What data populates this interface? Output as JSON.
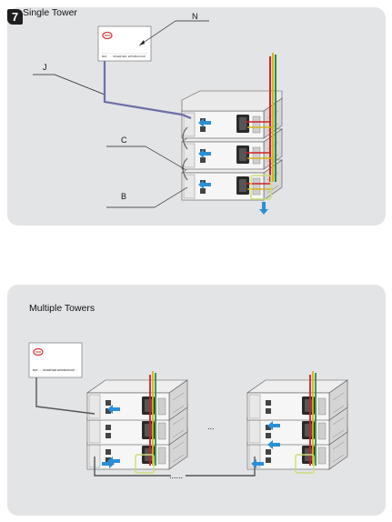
{
  "step": {
    "number": "7"
  },
  "single": {
    "title": "Single Tower",
    "labels": {
      "n": "N",
      "j": "J",
      "c": "C",
      "b": "B"
    },
    "device_ports": [
      "BAT",
      "INVERTER",
      "EPS/BACKUP"
    ]
  },
  "multi": {
    "title": "Multiple Towers",
    "device_ports": [
      "BAT",
      "INVERTER",
      "EPS/BACKUP"
    ],
    "ellipsis_top": "...",
    "ellipsis_bottom": "......"
  },
  "colors": {
    "panel": "#e3e4e6",
    "power_red": "#d42020",
    "power_yellow": "#d6b21a",
    "power_green": "#2e8b3d",
    "comm_cable": "#6d6fa8",
    "arrow": "#2b8fd6",
    "highlight": "#c9e07a",
    "logo_red": "#d43535"
  }
}
